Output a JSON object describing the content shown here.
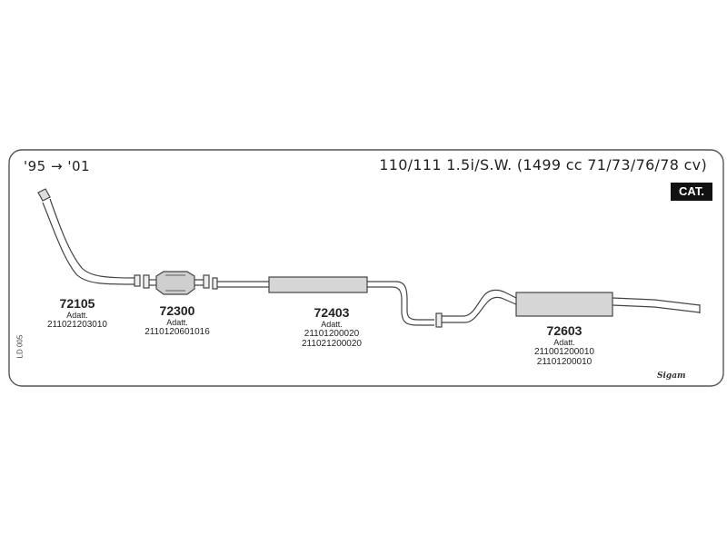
{
  "header": {
    "years": "'95 → '01",
    "model": "110/111 1.5i/S.W. (1499 cc 71/73/76/78 cv)",
    "cat_badge": "CAT."
  },
  "side_ref": "LD 005",
  "brand_logo": "Sigam",
  "parts": [
    {
      "code": "72105",
      "adatt": "Adatt.",
      "oem": [
        "211021203010"
      ]
    },
    {
      "code": "72300",
      "adatt": "Adatt.",
      "oem": [
        "2110120601016"
      ]
    },
    {
      "code": "72403",
      "adatt": "Adatt.",
      "oem": [
        "21101200020",
        "211021200020"
      ]
    },
    {
      "code": "72603",
      "adatt": "Adatt.",
      "oem": [
        "211001200010",
        "21101200010"
      ]
    }
  ]
}
